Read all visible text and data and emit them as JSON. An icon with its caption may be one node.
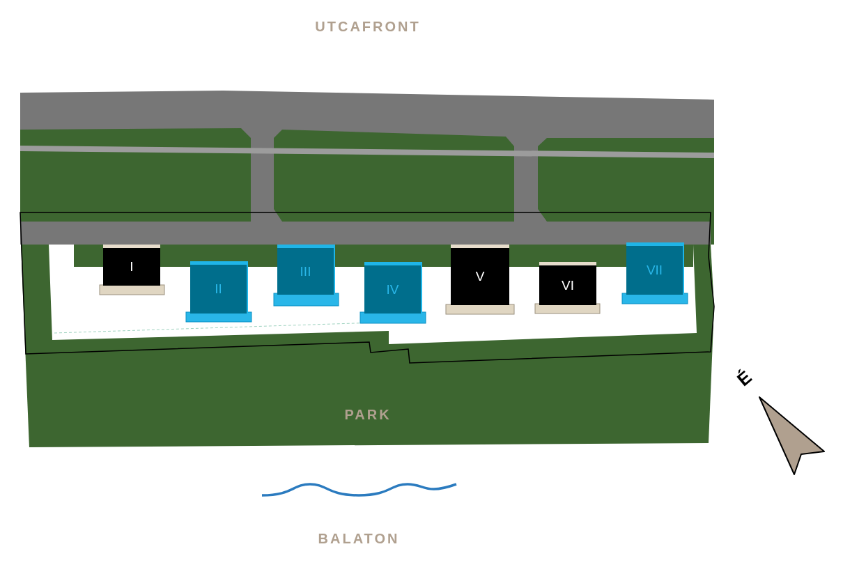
{
  "diagram": {
    "nodes": [
      {
        "text": [
          "I"
        ]
      },
      {
        "text": [
          "II"
        ]
      },
      {
        "text": [
          "III"
        ]
      },
      {
        "text": [
          "IV"
        ]
      },
      {
        "text": [
          "V"
        ]
      },
      {
        "text": [
          "VI"
        ]
      },
      {
        "text": [
          "VII"
        ]
      }
    ],
    "labels": [
      "UTCAFRONT",
      "PARK",
      "BALATON",
      "É"
    ]
  }
}
